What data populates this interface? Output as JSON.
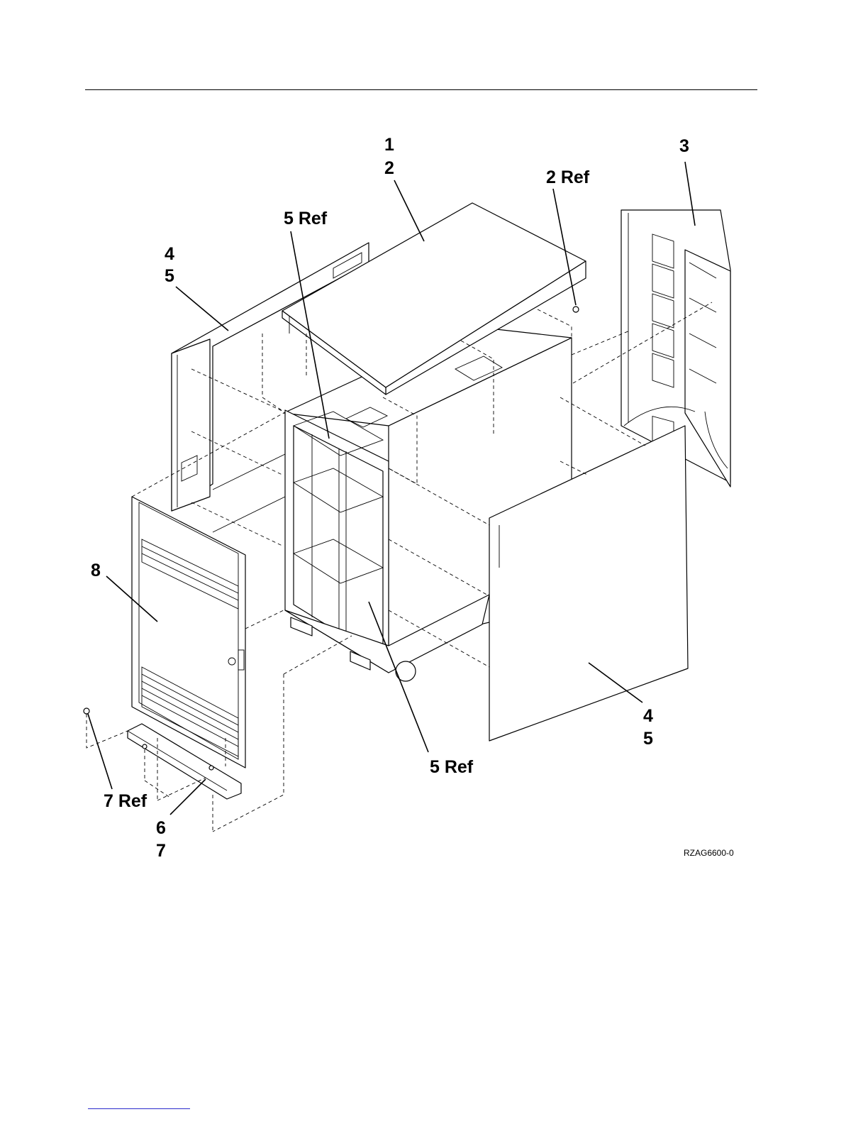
{
  "figure": {
    "id": "RZAG6600-0",
    "callouts": {
      "c1": "1",
      "c2": "2",
      "c2ref": "2 Ref",
      "c3": "3",
      "c5ref_top": "5 Ref",
      "c4_left": "4",
      "c5_left": "5",
      "c8": "8",
      "c7ref": "7 Ref",
      "c6": "6",
      "c7": "7",
      "c5ref_bottom": "5 Ref",
      "c4_right": "4",
      "c5_right": "5"
    }
  }
}
